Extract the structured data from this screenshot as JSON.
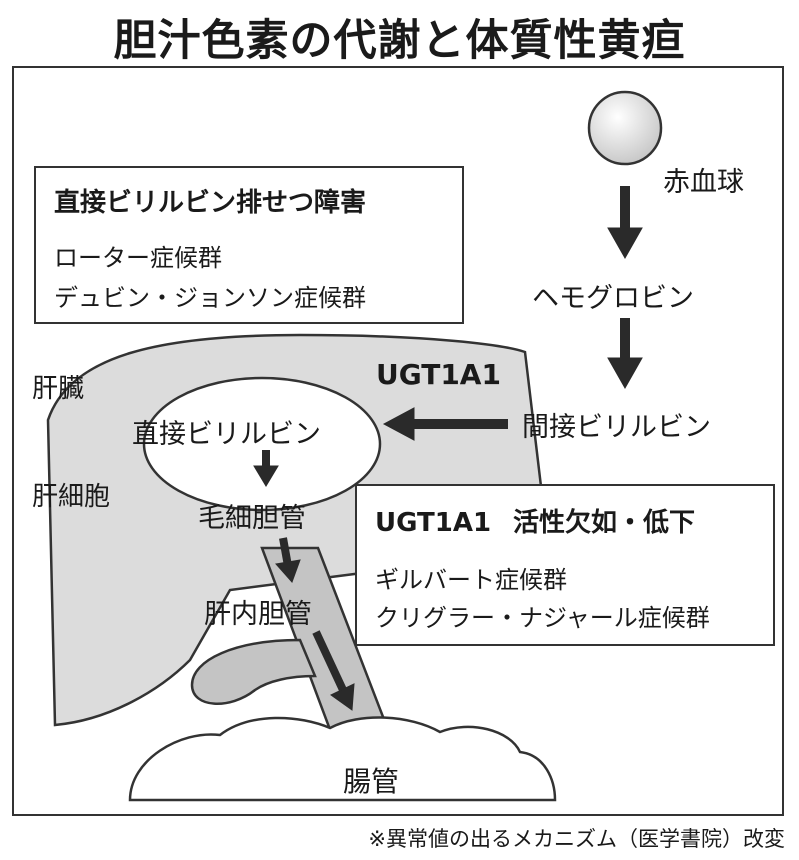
{
  "title": "胆汁色素の代謝と体質性黄疸",
  "labels": {
    "rbc": "赤血球",
    "hemoglobin": "ヘモグロビン",
    "indirect_bilirubin": "間接ビリルビン",
    "enzyme": "UGT1A1",
    "liver": "肝臓",
    "direct_bilirubin": "直接ビリルビン",
    "hepatocyte": "肝細胞",
    "bile_canaliculus": "毛細胆管",
    "intrahepatic_bile_duct": "肝内胆管",
    "intestine": "腸管"
  },
  "box_direct": {
    "heading": "直接ビリルビン排せつ障害",
    "items": [
      "ローター症候群",
      "デュビン・ジョンソン症候群"
    ]
  },
  "box_ugt": {
    "heading_enzyme": "UGT1A1",
    "heading_text": "活性欠如・低下",
    "items": [
      "ギルバート症候群",
      "クリグラー・ナジャール症候群"
    ]
  },
  "source": "※異常値の出るメカニズム（医学書院）改変",
  "colors": {
    "liver_fill": "#dcdcdc",
    "duct_fill": "#c4c4c4",
    "outline": "#333333",
    "arrow": "#2a2a2a"
  }
}
